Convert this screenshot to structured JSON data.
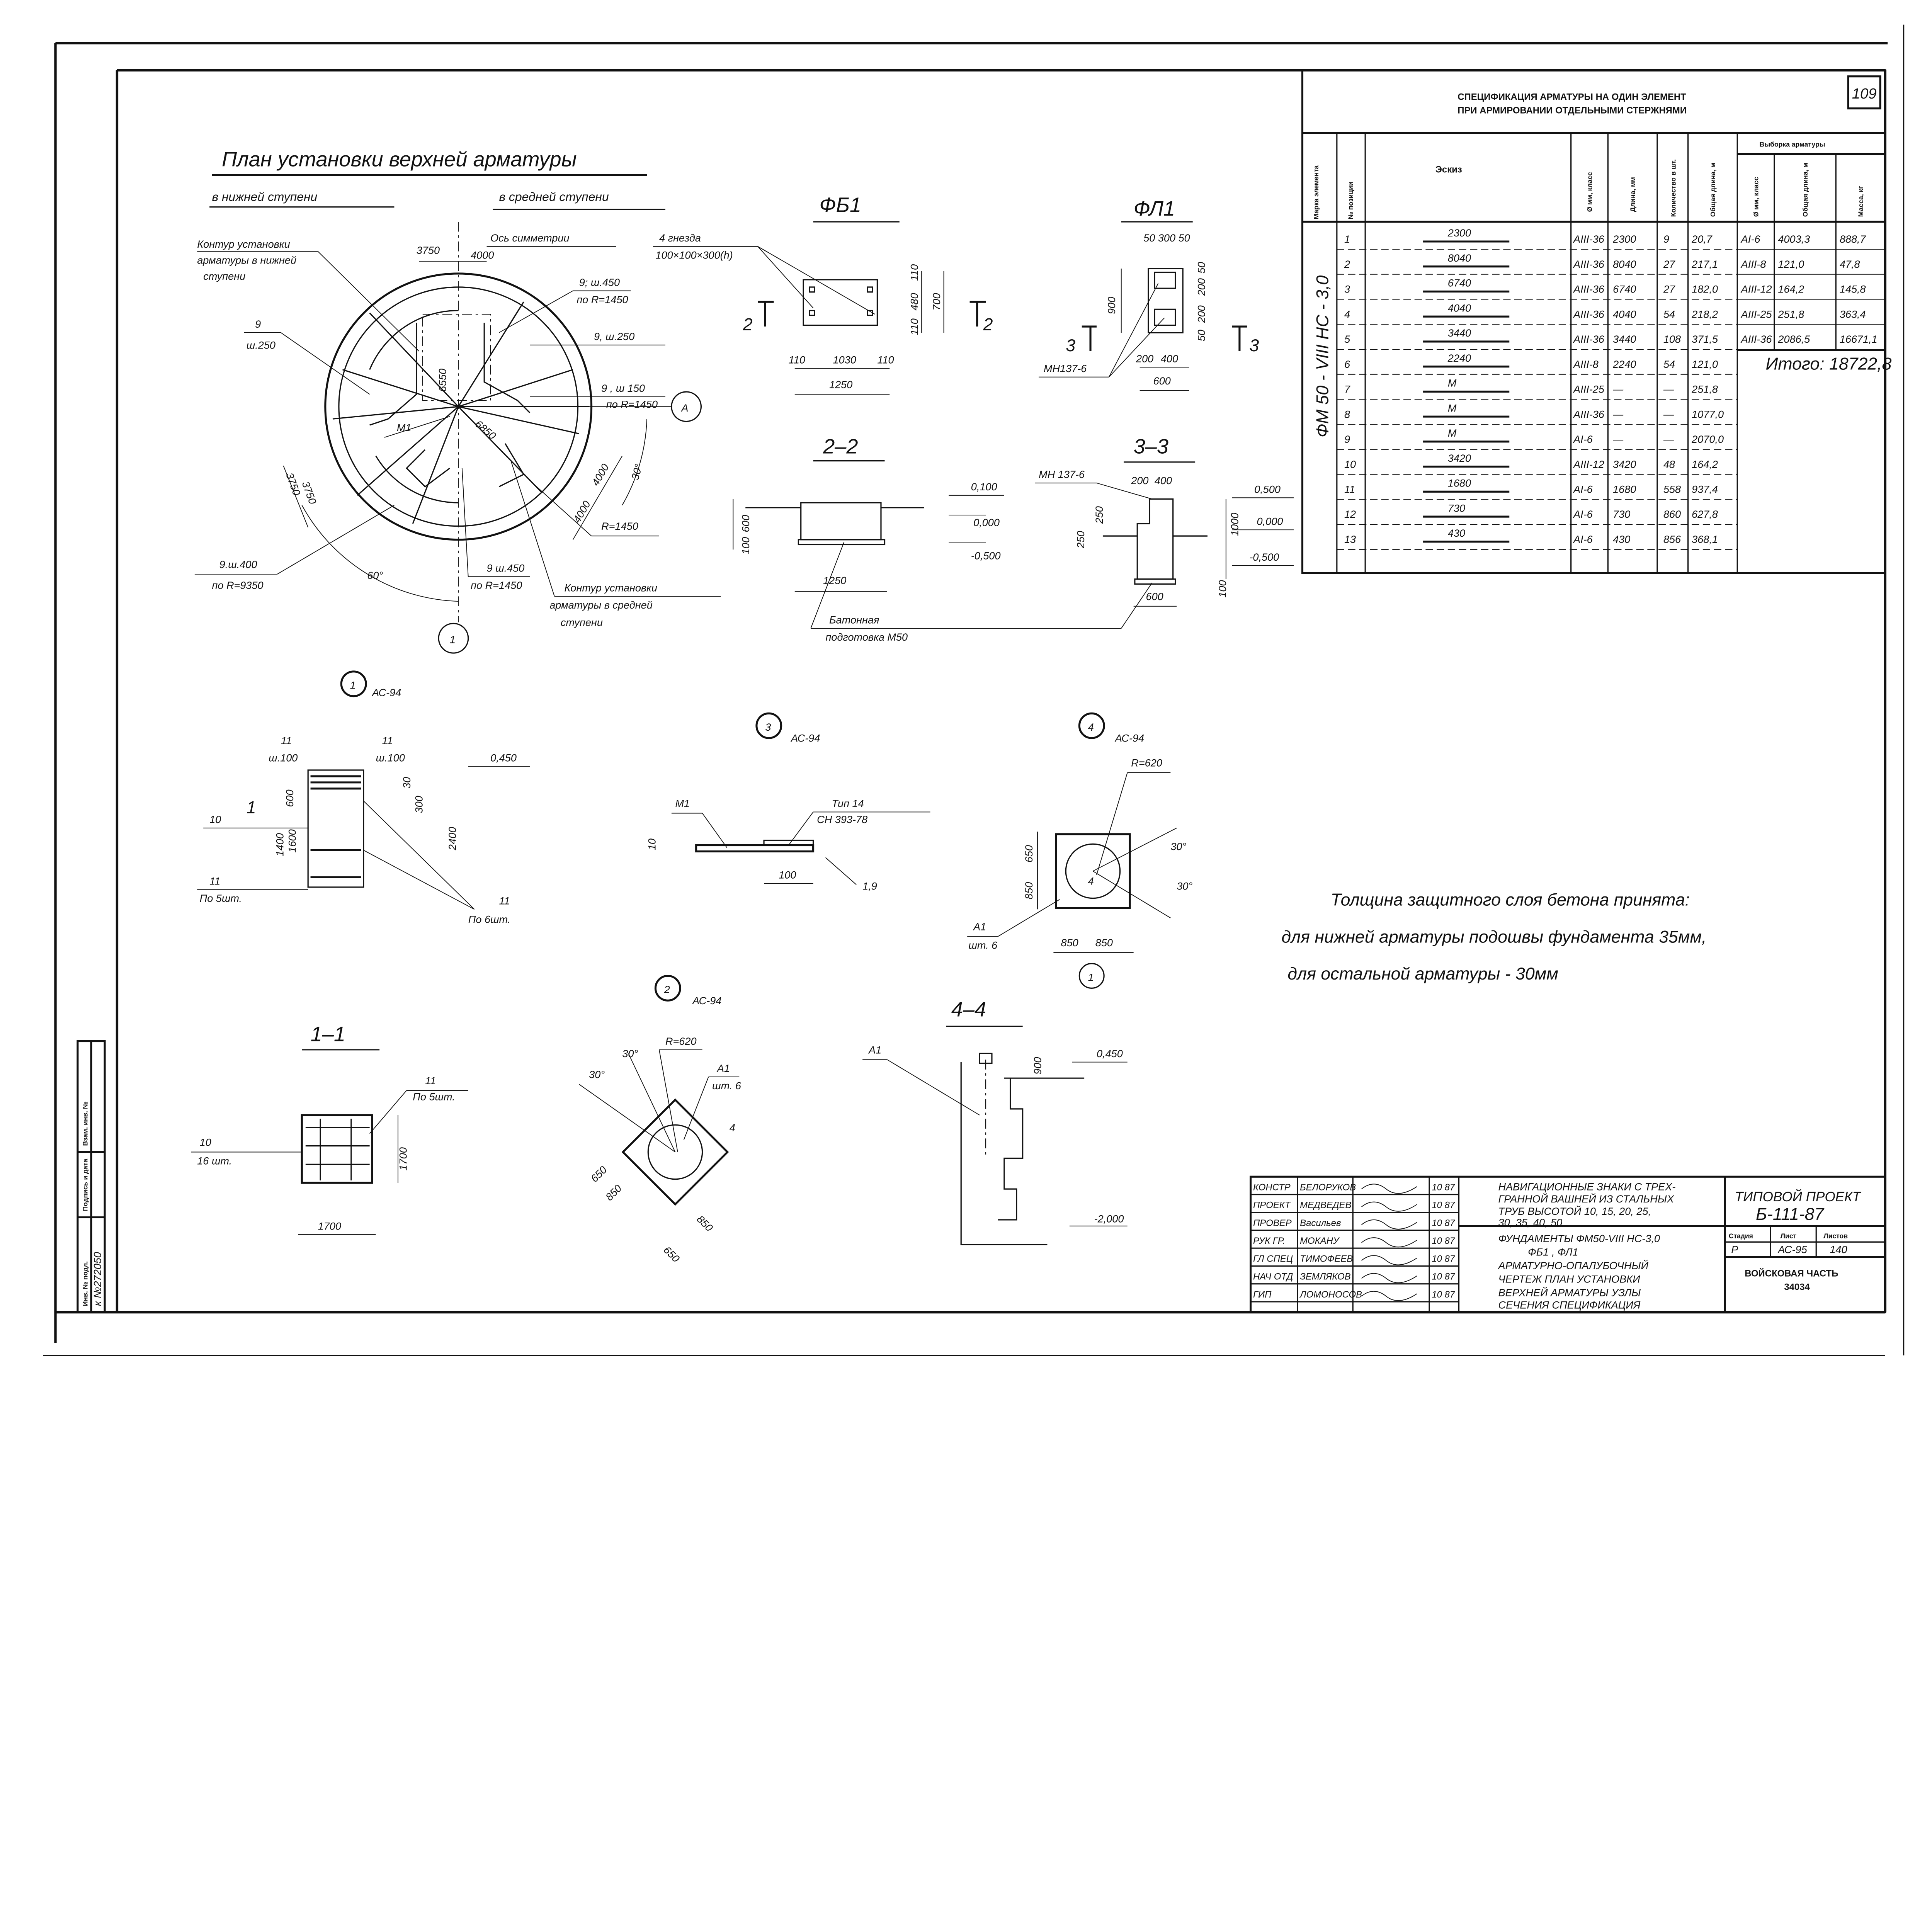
{
  "sheet_number": "109",
  "plan": {
    "title": "План установки верхней арматуры",
    "sub_lower": "в нижней ступени",
    "sub_middle": "в средней ступени",
    "contour_lower": [
      "Контур установки",
      "арматуры в нижней",
      "ступени"
    ],
    "axis": "Ось симметрии",
    "dim_3750": "3750",
    "dim_4000": "4000",
    "r1_a": "9; ш.450",
    "r1_b": "по R=1450",
    "r2_a": "9",
    "r2_b": "ш.250",
    "r3": "9, ш.250",
    "dim_6550": "6550",
    "m1": "М1",
    "dim_6850": "6850",
    "r4_a": "9 , ш 150",
    "r4_b": "по R=1450",
    "node_a": "А",
    "dim_3750b": "3750",
    "dim_3750c": "3750",
    "dim_4000b": "4000",
    "dim_4000c": "4000",
    "ang30": "30°",
    "r1450": "R=1450",
    "r5_a": "9.ш.400",
    "r5_b": "по R=9350",
    "ang60": "60°",
    "r6_a": "9 ш.450",
    "r6_b": "по R=1450",
    "contour_middle": [
      "Контур установки",
      "арматуры в средней",
      "ступени"
    ],
    "node_1": "1"
  },
  "fb1": {
    "title": "ФБ1",
    "nests_a": "4 гнезда",
    "nests_b": "100×100×300(h)",
    "d110a": "110",
    "d480": "480",
    "d110b": "110",
    "d700": "700",
    "d110c": "110",
    "d1030": "1030",
    "d110d": "110",
    "d1250": "1250",
    "sec": "2"
  },
  "fl1": {
    "title": "ФЛ1",
    "top_dims": "50 300 50",
    "d900": "900",
    "d50a": "50",
    "d200a": "200",
    "d200b": "200",
    "d50b": "50",
    "d200": "200",
    "d400": "400",
    "d600": "600",
    "mn": "МН137-6",
    "sec": "3"
  },
  "s22": {
    "title": "2–2",
    "d100": "100",
    "d600": "600",
    "l0100": "0,100",
    "l0000": "0,000",
    "lm0500": "-0,500",
    "d1250": "1250"
  },
  "s33": {
    "title": "3–3",
    "mn": "МН 137-6",
    "d200": "200",
    "d400": "400",
    "d250a": "250",
    "d250b": "250",
    "d1000": "1000",
    "l0500": "0,500",
    "l0000": "0,000",
    "lm0500": "-0,500",
    "d100": "100",
    "d600": "600"
  },
  "prep": [
    "Батонная",
    "подготовка М50"
  ],
  "node1": {
    "num": "1",
    "ref": "АС-94",
    "l11a": "11",
    "s100a": "ш.100",
    "l11b": "11",
    "s100b": "ш.100",
    "lev": "0,450",
    "d600": "600",
    "d30": "30",
    "d300": "300",
    "sec": "1",
    "l10": "10",
    "d1400": "1400",
    "d1600": "1600",
    "d2400": "2400",
    "l11c": "11",
    "p5": "По 5шт.",
    "l11d": "11",
    "p6": "По 6шт."
  },
  "node3": {
    "num": "3",
    "ref": "АС-94",
    "m1": "М1",
    "tip": "Тип 14",
    "sn": "СН 393-78",
    "d10": "10",
    "d100": "100",
    "d19": "1,9"
  },
  "node4": {
    "num": "4",
    "ref": "АС-94",
    "r": "R=620",
    "n4": "4",
    "a30a": "30°",
    "a30b": "30°",
    "d650": "650",
    "d850a": "850",
    "d850b": "850",
    "d850c": "850",
    "a1": "А1",
    "sht": "шт. 6",
    "n1": "1"
  },
  "note": [
    "Толщина защитного слоя бетона принята:",
    "для нижней арматуры подошвы фундамента 35мм,",
    "для остальной арматуры - 30мм"
  ],
  "s11": {
    "title": "1–1",
    "l11": "11",
    "p5": "По 5шт.",
    "l10": "10",
    "p16": "16 шт.",
    "d1700a": "1700",
    "d1700b": "1700"
  },
  "node2": {
    "num": "2",
    "ref": "АС-94",
    "r": "R=620",
    "a30a": "30°",
    "a30b": "30°",
    "a1": "А1",
    "sht": "шт. 6",
    "n4": "4",
    "d650a": "650",
    "d850a": "850",
    "d650b": "650",
    "d850b": "850"
  },
  "s44": {
    "title": "4–4",
    "a1": "А1",
    "d900": "900",
    "l0450": "0,450",
    "lm2000": "-2,000"
  },
  "spec": {
    "title_1": "СПЕЦИФИКАЦИЯ АРМАТУРЫ НА ОДИН ЭЛЕМЕНТ",
    "title_2": "ПРИ АРМИРОВАНИИ ОТДЕЛЬНЫМИ СТЕРЖНЯМИ",
    "headers": {
      "mark": "Марка элемента",
      "pos": "№ позиции",
      "sketch": "Эскиз",
      "dia": "Ø мм, класс",
      "len": "Длина, мм",
      "qty": "Количество в шт.",
      "total": "Общая длина, м",
      "sel": "Выборка арматуры",
      "sel_dia": "Ø мм, класс",
      "sel_len": "Общая длина, м",
      "sel_mass": "Масса, кг"
    },
    "mark": "ФМ 50 - VIII НС - 3,0",
    "rows": [
      {
        "pos": "1",
        "sketch": "2300",
        "dia": "АIII-36",
        "len": "2300",
        "qty": "9",
        "total": "20,7"
      },
      {
        "pos": "2",
        "sketch": "8040",
        "dia": "АIII-36",
        "len": "8040",
        "qty": "27",
        "total": "217,1"
      },
      {
        "pos": "3",
        "sketch": "6740",
        "dia": "АIII-36",
        "len": "6740",
        "qty": "27",
        "total": "182,0"
      },
      {
        "pos": "4",
        "sketch": "4040",
        "dia": "АIII-36",
        "len": "4040",
        "qty": "54",
        "total": "218,2"
      },
      {
        "pos": "5",
        "sketch": "3440",
        "dia": "АIII-36",
        "len": "3440",
        "qty": "108",
        "total": "371,5"
      },
      {
        "pos": "6",
        "sketch": "2240",
        "dia": "АIII-8",
        "len": "2240",
        "qty": "54",
        "total": "121,0"
      },
      {
        "pos": "7",
        "sketch": "М",
        "dia": "АIII-25",
        "len": "—",
        "qty": "—",
        "total": "251,8"
      },
      {
        "pos": "8",
        "sketch": "М",
        "dia": "АIII-36",
        "len": "—",
        "qty": "—",
        "total": "1077,0"
      },
      {
        "pos": "9",
        "sketch": "М",
        "dia": "АI-6",
        "len": "—",
        "qty": "—",
        "total": "2070,0"
      },
      {
        "pos": "10",
        "sketch": "3420",
        "dia": "АIII-12",
        "len": "3420",
        "qty": "48",
        "total": "164,2"
      },
      {
        "pos": "11",
        "sketch": "1680",
        "dia": "АI-6",
        "len": "1680",
        "qty": "558",
        "total": "937,4"
      },
      {
        "pos": "12",
        "sketch": "730",
        "dia": "АI-6",
        "len": "730",
        "qty": "860",
        "total": "627,8"
      },
      {
        "pos": "13",
        "sketch": "430",
        "dia": "АI-6",
        "len": "430",
        "qty": "856",
        "total": "368,1"
      }
    ],
    "selection": [
      {
        "dia": "АI-6",
        "len": "4003,3",
        "mass": "888,7"
      },
      {
        "dia": "АIII-8",
        "len": "121,0",
        "mass": "47,8"
      },
      {
        "dia": "АIII-12",
        "len": "164,2",
        "mass": "145,8"
      },
      {
        "dia": "АIII-25",
        "len": "251,8",
        "mass": "363,4"
      },
      {
        "dia": "АIII-36",
        "len": "2086,5",
        "mass": "16671,1"
      }
    ],
    "total": "Итого: 18722,8"
  },
  "title_block": {
    "people": [
      {
        "role": "КОНСТР",
        "name": "БЕЛОРУКОВ",
        "date": "10 87"
      },
      {
        "role": "ПРОЕКТ",
        "name": "МЕДВЕДЕВ",
        "date": "10 87"
      },
      {
        "role": "ПРОВЕР",
        "name": "Васильев",
        "date": "10 87"
      },
      {
        "role": "РУК ГР.",
        "name": "МОКАНУ",
        "date": "10 87"
      },
      {
        "role": "ГЛ СПЕЦ",
        "name": "ТИМОФЕЕВ",
        "date": "10 87"
      },
      {
        "role": "НАЧ ОТД",
        "name": "ЗЕМЛЯКОВ",
        "date": "10 87"
      },
      {
        "role": "ГИП",
        "name": "ЛОМОНОСОВ",
        "date": "10 87"
      }
    ],
    "project_title": [
      "НАВИГАЦИОННЫЕ ЗНАКИ С ТРЕХ-",
      "ГРАННОЙ ВАШНЕЙ ИЗ СТАЛЬНЫХ",
      "ТРУБ ВЫСОТОЙ 10, 15, 20, 25,",
      "30, 35, 40, 50"
    ],
    "sheet_title": [
      "ФУНДАМЕНТЫ ФМ50-VIII НС-3,0",
      "ФБ1 , ФЛ1",
      "АРМАТУРНО-ОПАЛУБОЧНЫЙ",
      "ЧЕРТЕЖ ПЛАН УСТАНОВКИ",
      "ВЕРХНЕЙ АРМАТУРЫ УЗЛЫ",
      "СЕЧЕНИЯ СПЕЦИФИКАЦИЯ"
    ],
    "typical_project": "ТИПОВОЙ ПРОЕКТ",
    "project_code": "Б-111-87",
    "stage_label": "Стадия",
    "sheet_label": "Лист",
    "sheets_label": "Листов",
    "stage": "Р",
    "sheet": "АС-95",
    "sheets": "140",
    "org_1": "ВОЙСКОВАЯ ЧАСТЬ",
    "org_2": "34034"
  },
  "side_stamp": {
    "inv": "Инв. № подл.",
    "sign": "Подпись и дата",
    "replace": "Взам. инв. №",
    "inv_value": "к №272050"
  }
}
